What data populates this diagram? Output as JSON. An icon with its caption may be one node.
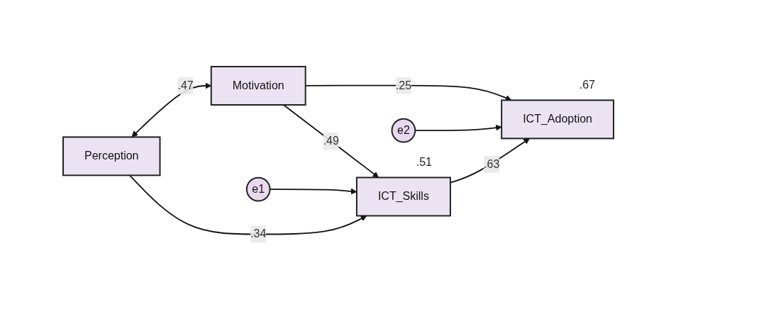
{
  "diagram": {
    "nodes": [
      {
        "text": [
          "Perception"
        ]
      },
      {
        "text": [
          "e1"
        ]
      },
      {
        "text": [
          "ICT_Skills"
        ],
        "beside": [
          ".51"
        ]
      },
      {
        "text": [
          "e2"
        ]
      },
      {
        "text": [
          "ICT_Adoption"
        ],
        "beside": [
          ".67"
        ]
      },
      {
        "text": [
          "Motivation"
        ]
      }
    ],
    "edges": [
      {
        "from": 0,
        "to": 2,
        "arrow": "to",
        "label": ".34"
      },
      {
        "from": 1,
        "to": 2,
        "arrow": "to"
      },
      {
        "from": 2,
        "to": 4,
        "arrow": "to",
        "label": ".63"
      },
      {
        "from": 3,
        "to": 4,
        "arrow": "to"
      },
      {
        "from": 5,
        "to": 2,
        "arrow": "to",
        "label": ".49"
      },
      {
        "from": 5,
        "to": 4,
        "arrow": "to",
        "label": ".25"
      },
      {
        "from": 0,
        "to": 5,
        "arrow": "both",
        "label": ".47"
      }
    ]
  }
}
